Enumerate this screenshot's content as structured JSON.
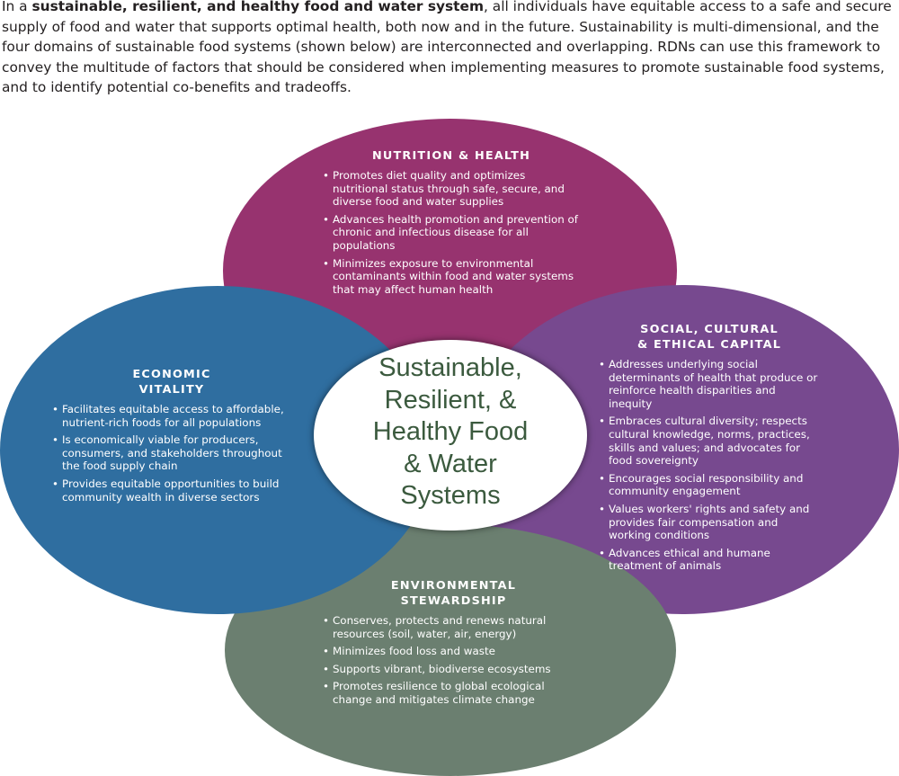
{
  "intro": {
    "lead": "In a ",
    "bold": "sustainable, resilient, and healthy food and water system",
    "rest": ", all individuals have equitable access to a safe and secure supply of food and water that supports optimal health, both now and in the future. Sustainability is multi-dimensional, and the four domains of sustainable food systems (shown below) are interconnected and overlapping. RDNs can use this framework to convey the multitude of factors that should be considered when implementing measures to promote sustainable food systems, and to identify potential co-benefits and tradeoffs."
  },
  "colors": {
    "nutrition": "#97336f",
    "social": "#77498f",
    "environmental": "#6b7f70",
    "economic": "#2f6ea0",
    "center_text": "#3b5a3e"
  },
  "center": {
    "lines": [
      "Sustainable,",
      "Resilient, &",
      "Healthy Food",
      "& Water",
      "Systems"
    ]
  },
  "domains": {
    "nutrition": {
      "title": "NUTRITION & HEALTH",
      "bullets": [
        "Promotes diet quality and optimizes nutritional status through safe, secure, and diverse food and water supplies",
        "Advances health promotion and prevention of chronic and infectious disease for all populations",
        "Minimizes exposure to environmental contaminants within food and water systems that may affect human health"
      ]
    },
    "social": {
      "title_line1": "SOCIAL, CULTURAL",
      "title_line2": "& ETHICAL CAPITAL",
      "bullets": [
        "Addresses underlying social determinants of health that produce or reinforce health disparities and inequity",
        "Embraces cultural diversity; respects cultural knowledge, norms, practices, skills and values; and advocates for food sovereignty",
        "Encourages social responsibility and community engagement",
        "Values workers' rights and safety and provides fair compensation and working conditions",
        "Advances ethical and humane treatment of animals"
      ]
    },
    "economic": {
      "title_line1": "ECONOMIC",
      "title_line2": "VITALITY",
      "bullets": [
        "Facilitates equitable access to affordable, nutrient-rich foods for all populations",
        "Is economically viable for producers, consumers, and stakeholders throughout the food supply chain",
        "Provides equitable opportunities to build community wealth in diverse sectors"
      ]
    },
    "environmental": {
      "title_line1": "ENVIRONMENTAL",
      "title_line2": "STEWARDSHIP",
      "bullets": [
        "Conserves, protects and renews natural resources (soil, water, air, energy)",
        "Minimizes food loss and waste",
        "Supports vibrant, biodiverse ecosystems",
        "Promotes resilience to global ecological change and mitigates climate change"
      ]
    }
  }
}
